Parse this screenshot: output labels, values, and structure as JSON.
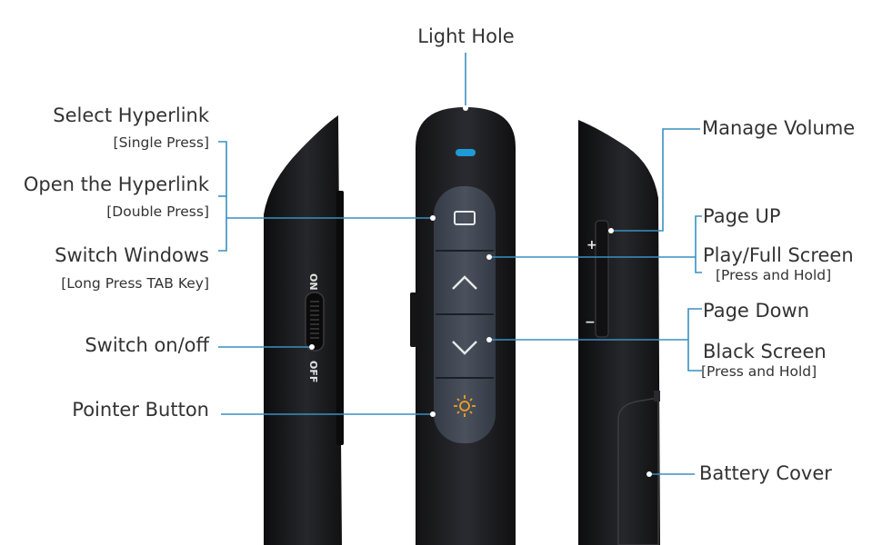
{
  "colors": {
    "leader_line": "#3a8fc0",
    "body": "#1c1c1e",
    "button": "#3d4450",
    "led": "#1e9ad6",
    "pointer_accent": "#f0a020",
    "text": "#333333"
  },
  "labels": {
    "light_hole": "Light Hole",
    "select_hyperlink": "Select  Hyperlink",
    "single_press": "[Single  Press]",
    "open_hyperlink": "Open the Hyperlink",
    "double_press": "[Double Press]",
    "switch_windows": "Switch Windows",
    "long_press_tab": "[Long Press TAB Key]",
    "switch_onoff": "Switch on/off",
    "pointer_button": "Pointer Button",
    "manage_volume": "Manage Volume",
    "page_up": "Page UP",
    "play_full_screen": "Play/Full Screen",
    "press_hold_1": "[Press and Hold]",
    "page_down": "Page  Down",
    "black_screen": "Black  Screen",
    "press_hold_2": "[Press and Hold]",
    "battery_cover": "Battery Cover"
  },
  "device": {
    "switch_on": "ON",
    "switch_off": "OFF",
    "vol_plus": "+",
    "vol_minus": "−"
  }
}
